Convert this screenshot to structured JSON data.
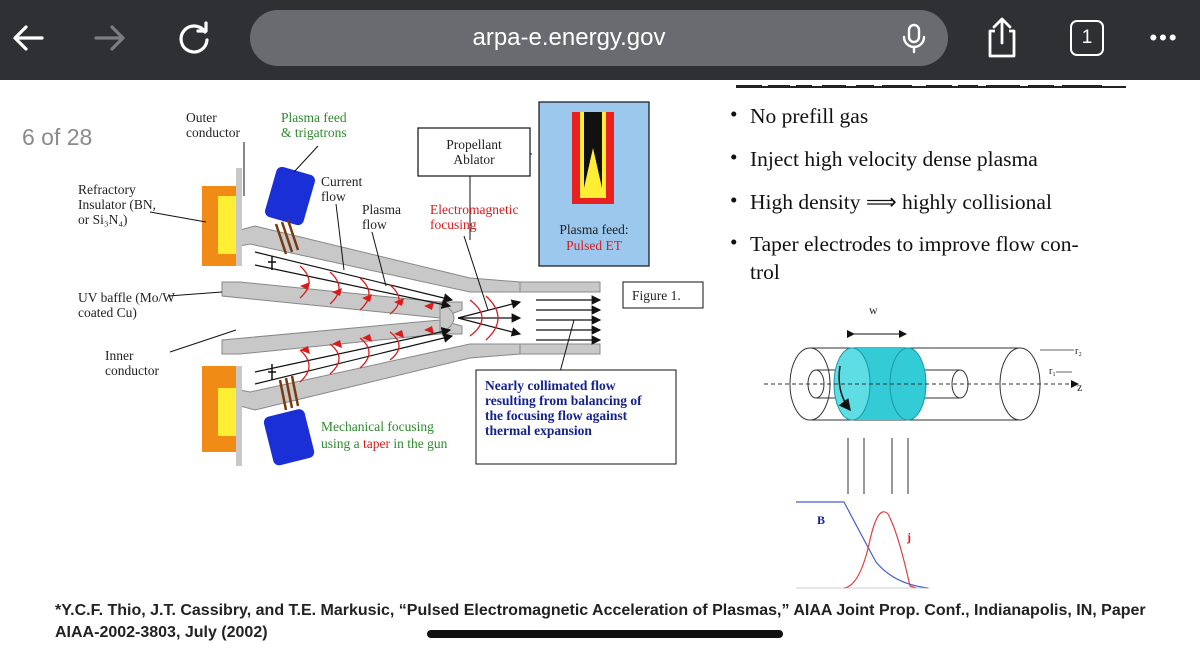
{
  "browser": {
    "url": "arpa-e.energy.gov",
    "tab_count": "1",
    "more_label": "•••",
    "icons": [
      "back-arrow-icon",
      "forward-arrow-icon",
      "reload-icon",
      "microphone-icon",
      "share-icon",
      "tabs-icon",
      "more-icon"
    ]
  },
  "viewer": {
    "page_indicator": "6 of 28"
  },
  "diagram": {
    "labels": {
      "outer_conductor": "Outer\nconductor",
      "plasma_feed_trigatrons": "Plasma feed\n& trigatrons",
      "refractory_insulator": "Refractory\nInsulator  (BN,\nor Si₃N₄)",
      "current_flow": "Current\nflow",
      "plasma_flow": "Plasma\nflow",
      "electromagnetic_focusing": "Electromagnetic\nfocusing",
      "propellant_ablator": "Propellant\nAblator",
      "plasma_feed_caption": "Plasma feed:",
      "pulsed_et": "Pulsed ET",
      "uv_baffle": "UV baffle  (Mo/W\ncoated Cu)",
      "inner_conductor": "Inner\nconductor",
      "figure_label": "Figure 1.",
      "collimated_note": "Nearly collimated flow\nresulting from balancing of\nthe focusing flow against\nthermal expansion",
      "mechanical_focusing_1": "Mechanical focusing",
      "mechanical_focusing_2": "using a ",
      "taper": "taper",
      "mechanical_focusing_3": " in the gun"
    }
  },
  "bullets": [
    "No prefill gas",
    "Inject high velocity dense plasma",
    "High density ⟹ highly collisional",
    "Taper electrodes to improve flow con-\ntrol"
  ],
  "bullet_symbol": "•",
  "schematic": {
    "w": "w",
    "r2": "r₂",
    "r1": "r₁",
    "z": "z",
    "b": "B",
    "j": "j"
  },
  "footnote": "*Y.C.F. Thio, J.T. Cassibry, and T.E. Markusic, “Pulsed Electromagnetic Acceleration of Plasmas,” AIAA Joint Prop. Conf., Indianapolis, IN, Paper AIAA-2002-3803, July (2002)",
  "colors": {
    "toolbar": "#2f3034",
    "url_bar": "#6a6b70",
    "insulator_orange": "#f08c16",
    "insulator_yellow": "#ffee33",
    "trigatron_blue": "#1a30d6",
    "electrode_gray": "#c8c8c8",
    "feed_box_bg": "#9cc8ee",
    "red_label": "#d81c1c",
    "green_label": "#2e8a2e",
    "navy_label": "#14228c",
    "cylinder_cyan": "#33cbd6",
    "curve_blue": "#4a5cc8",
    "curve_red": "#e04040"
  }
}
